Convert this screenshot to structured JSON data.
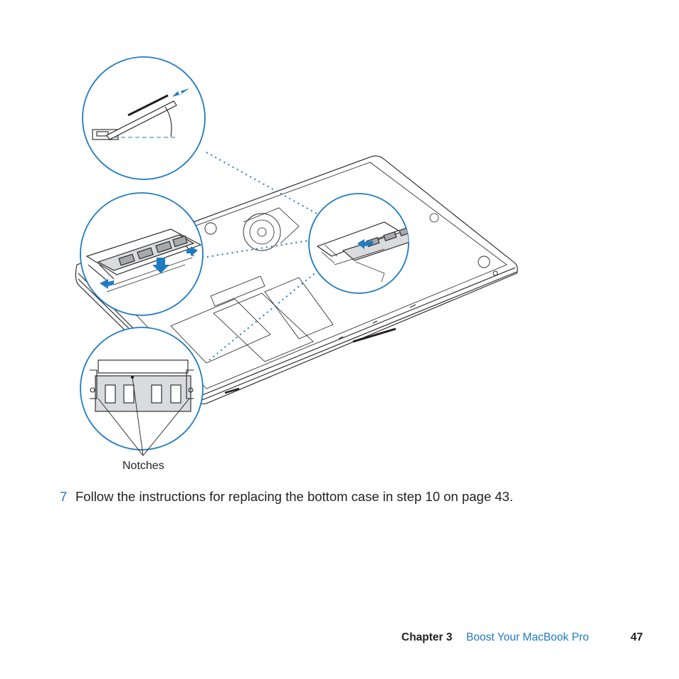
{
  "figure": {
    "callout_label": "Notches",
    "accent_color": "#1f7bc1",
    "line_color": "#231f20",
    "icons": [
      "laptop-bottom-illustration",
      "memory-module-callout"
    ]
  },
  "step": {
    "number": "7",
    "text": "Follow the instructions for replacing the bottom case in step 10 on page 43."
  },
  "footer": {
    "chapter": "Chapter 3",
    "title": "Boost Your MacBook Pro",
    "page": "47"
  }
}
